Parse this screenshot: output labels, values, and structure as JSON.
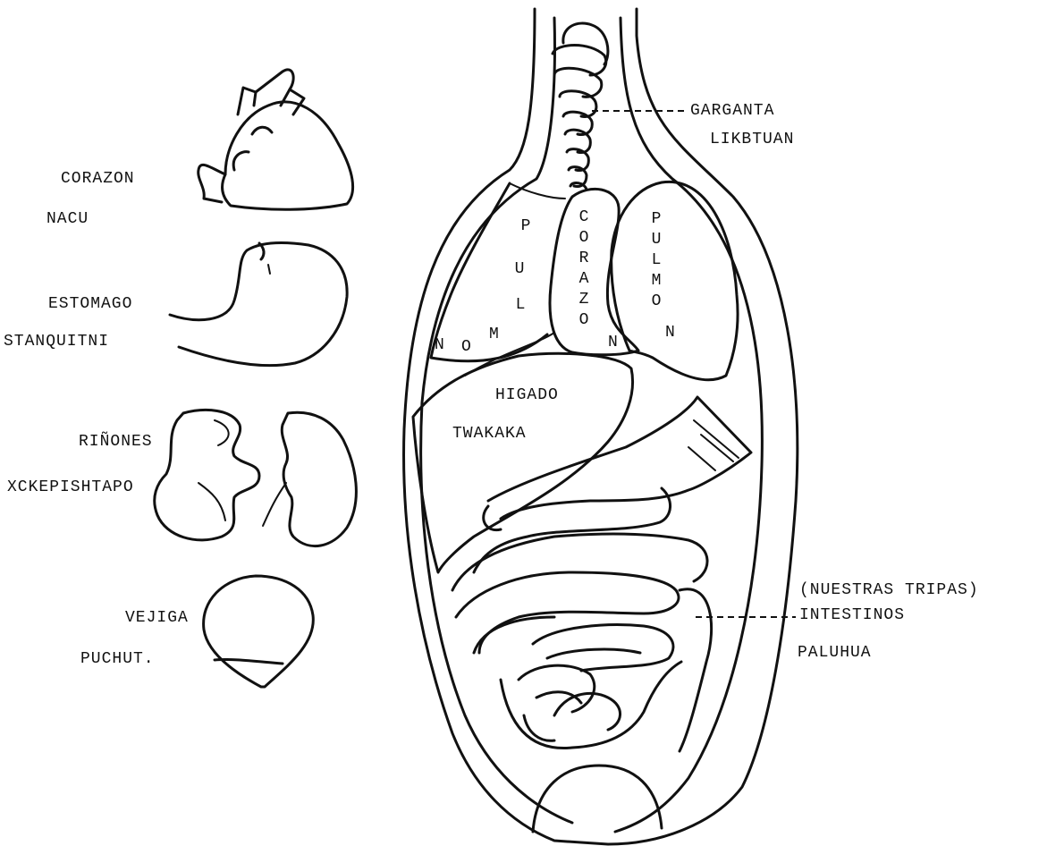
{
  "labels": {
    "heart": "CORAZON",
    "heart_native": "NACU",
    "stomach": "ESTOMAGO",
    "stomach_native": "STANQUITNI",
    "kidneys": "RIÑONES",
    "kidneys_native": "XCKEPISHTAPO",
    "bladder": "VEJIGA",
    "bladder_native": "PUCHUT.",
    "throat": "GARGANTA",
    "throat_native": "LIKBTUAN",
    "intestines_note": "(NUESTRAS TRIPAS)",
    "intestines": "INTESTINOS",
    "intestines_native": "PALUHUA",
    "liver": "HIGADO",
    "liver_native": "TWAKAKA"
  },
  "torso_letters": {
    "left_lung_vertical": [
      "P",
      "U",
      "L"
    ],
    "left_lung_bottom": [
      "N",
      "O",
      "M"
    ],
    "heart_vertical": [
      "C",
      "O",
      "R",
      "A",
      "Z",
      "O",
      "N"
    ],
    "right_lung_vertical": [
      "P",
      "U",
      "L",
      "M",
      "O",
      "N"
    ]
  }
}
